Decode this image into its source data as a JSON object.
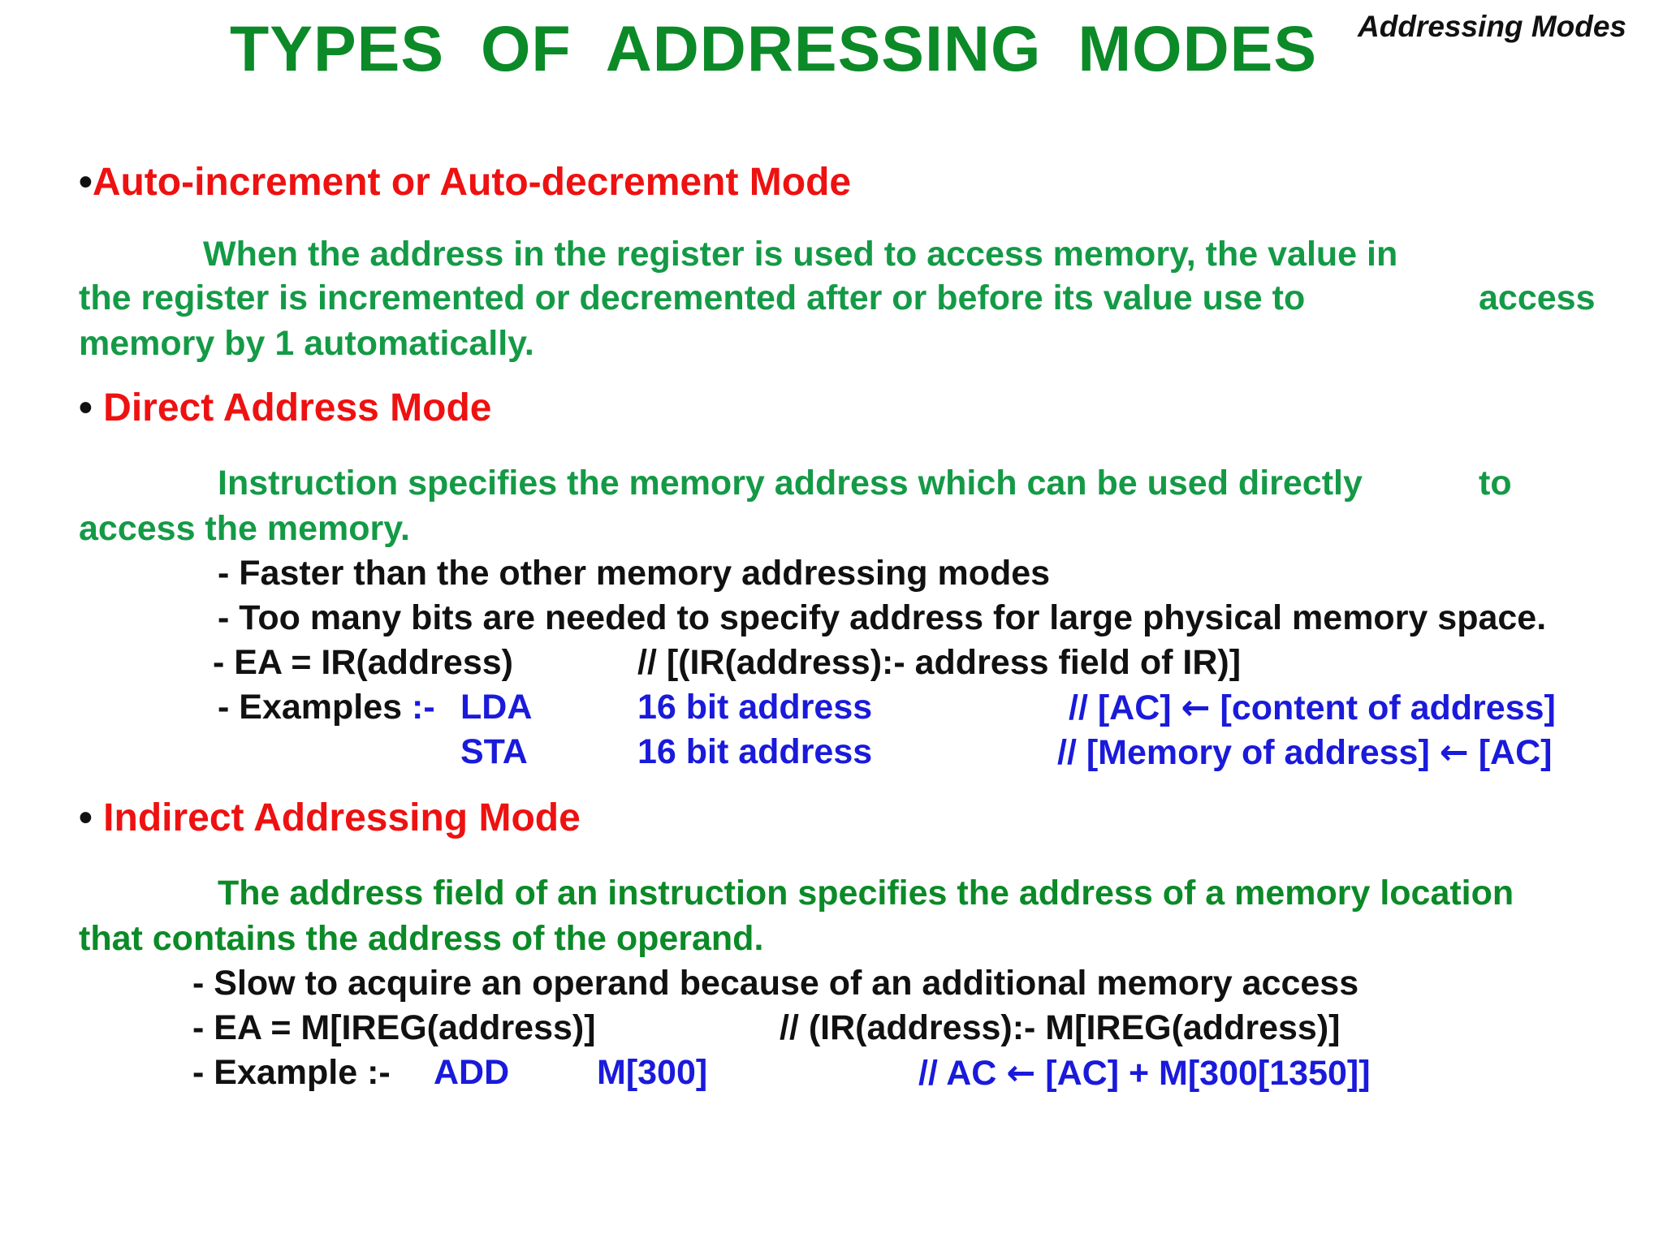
{
  "title": "TYPES  OF  ADDRESSING  MODES",
  "corner_label": "Addressing Modes",
  "sections": {
    "auto": {
      "bullet": "•",
      "heading": "Auto-increment or Auto-decrement Mode",
      "desc": [
        "When the address in the register is used to access memory, the value in",
        "the register is incremented or decremented  after or before its value use to",
        "access",
        "memory by 1 automatically."
      ]
    },
    "direct": {
      "bullet": "•",
      "heading": "Direct Address Mode",
      "desc": [
        "Instruction specifies the memory address which can be used directly",
        "to",
        "access the memory."
      ],
      "points": [
        "- Faster than the other memory addressing modes",
        "- Too many bits are needed to specify address for large physical memory space."
      ],
      "ea": {
        "formula": "- EA = IR(address)",
        "comment": "// [(IR(address):- address field of IR)]"
      },
      "examples": {
        "label": "- Examples ",
        "sep": ":-",
        "rows": [
          {
            "op": "LDA",
            "operand": "16 bit address",
            "comment_prefix": "//  ",
            "lhs": "[AC]",
            "arrow": "←",
            "rhs": "[content of address]"
          },
          {
            "op": "STA",
            "operand": "16 bit address",
            "comment_prefix": "//  ",
            "lhs": "[Memory of address]",
            "arrow": "←",
            "rhs": "[AC]"
          }
        ]
      }
    },
    "indirect": {
      "bullet": "•",
      "heading": "Indirect Addressing Mode",
      "desc": [
        "The address field of an instruction specifies the address of a memory location",
        "that contains the address of the operand."
      ],
      "points": [
        "- Slow to acquire an operand because of an additional memory access"
      ],
      "ea": {
        "formula": "- EA = M[IREG(address)]",
        "comment": "// (IR(address):- M[IREG(address)]"
      },
      "example": {
        "label": "-  Example :-",
        "op": "ADD",
        "operand": "M[300]",
        "comment_prefix": "//  ",
        "lhs": "AC",
        "arrow": "←",
        "rhs": "[AC] + M[300[1350]]"
      }
    }
  }
}
